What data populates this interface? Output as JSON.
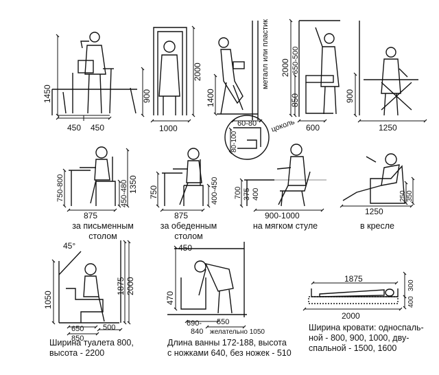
{
  "panels": {
    "waiter_tables": {
      "height": "1450",
      "w1": "450",
      "w2": "450",
      "table_h": "900"
    },
    "doorway": {
      "height": "2000",
      "width": "1000"
    },
    "wall_work": {
      "height": "1400",
      "material": "металл или пластик"
    },
    "plinth": {
      "label": "цоколь",
      "range_top": "60-80",
      "range_side": "80-100"
    },
    "kitchen_shelf": {
      "h_total": "2000",
      "h_upper": "650-500",
      "h_counter": "850",
      "depth": "600"
    },
    "ironing": {
      "height": "900",
      "width": "1250"
    },
    "desk": {
      "h_total": "1350",
      "desk_h": "750-800",
      "seat_h": "450-480",
      "depth": "875",
      "caption": [
        "за письменным",
        "столом"
      ]
    },
    "dining": {
      "table_h": "750",
      "seat_h": "400-450",
      "depth": "875",
      "caption": [
        "за обеденным",
        "столом"
      ]
    },
    "soft_chair": {
      "h1": "700",
      "h2": "375",
      "h3": "400",
      "depth": "900-1000",
      "caption": [
        "на мягком стуле"
      ]
    },
    "armchair": {
      "h1": "250",
      "h2": "350",
      "depth": "1250",
      "caption": [
        "в кресле"
      ]
    },
    "toilet": {
      "angle": "45°",
      "h_seat": "1050",
      "h_total_a": "1875",
      "h_total_b": "2000",
      "w1": "650",
      "w2": "850",
      "w_front": "500",
      "caption": [
        "Ширина туалета 800,",
        "высота - 2200"
      ]
    },
    "bath": {
      "top": "450",
      "height": "470",
      "w1": "690-",
      "w2": "840",
      "clear": "550",
      "note": "желательно 1050",
      "caption": [
        "Длина ванны 172-188, высота",
        "с ножками 640, без ножек - 510"
      ]
    },
    "bed": {
      "length_inner": "1875",
      "length_outer": "2000",
      "h_upper": "300",
      "h_lower": "400",
      "caption": [
        "Ширина кровати: односпаль-",
        "ной - 800, 900, 1000, дву-",
        "спальной - 1500, 1600"
      ]
    }
  }
}
